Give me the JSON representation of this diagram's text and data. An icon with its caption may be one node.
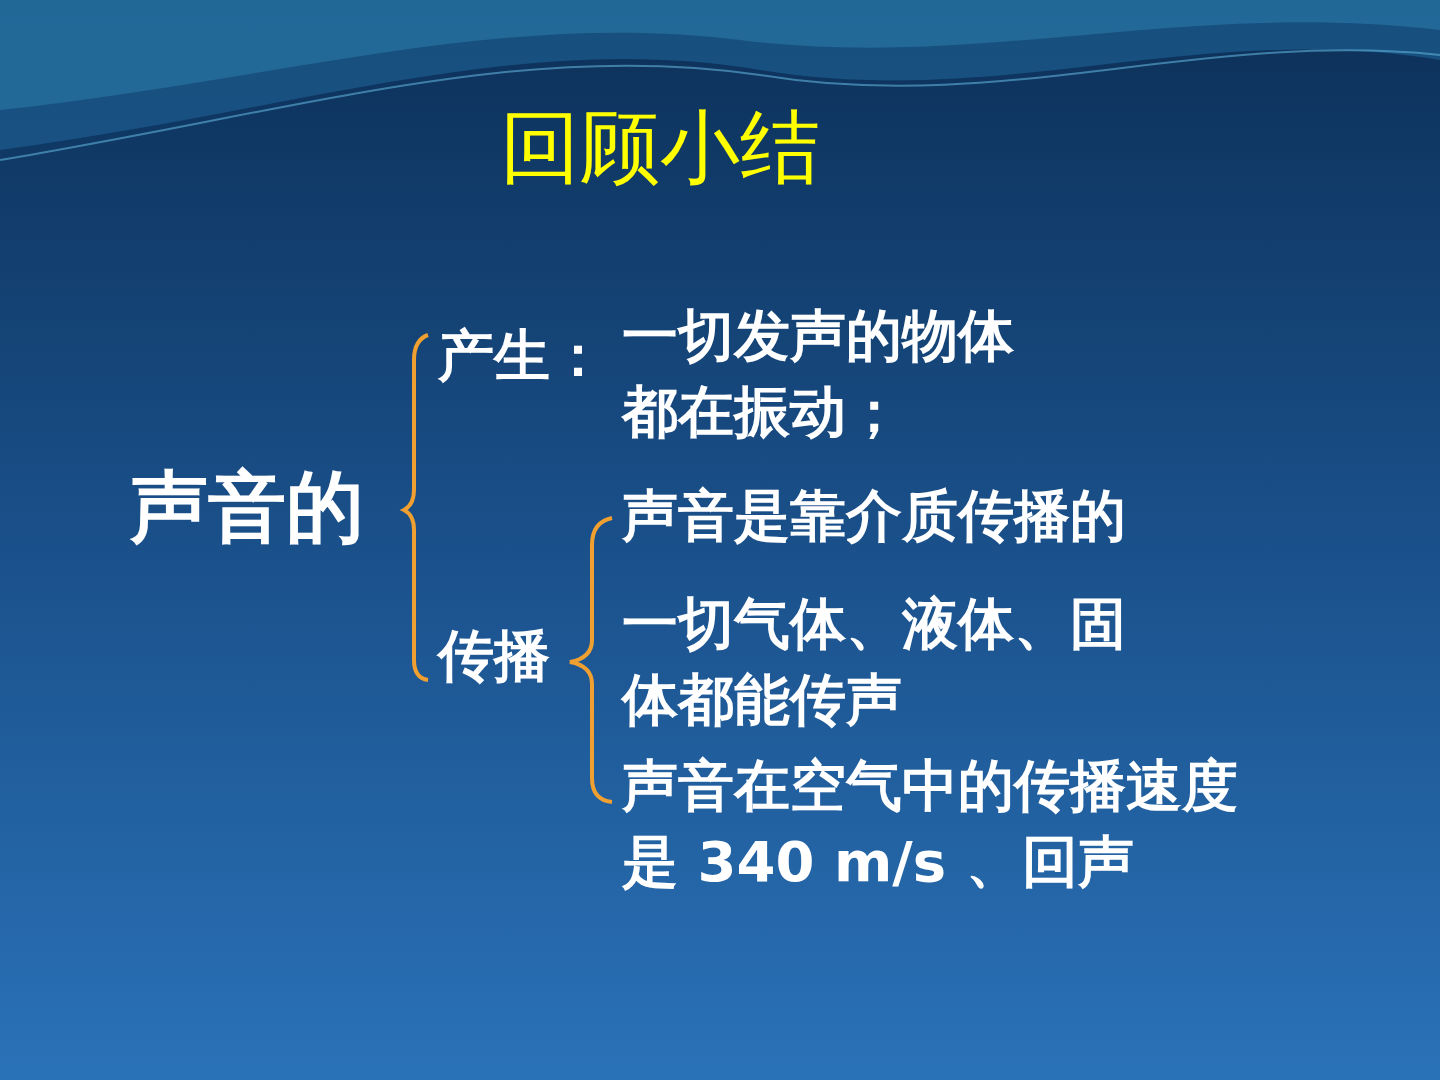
{
  "diagram": {
    "title": "回顾小结",
    "nodes": [
      {
        "text": [
          "声音的"
        ]
      },
      {
        "text": [
          "产生："
        ]
      },
      {
        "text": [
          "一切发声的物体都在振动；"
        ]
      },
      {
        "text": [
          "传播"
        ]
      },
      {
        "text": [
          "声音是靠介质传播的"
        ]
      },
      {
        "text": [
          "一切气体、液体、固体都能传声"
        ]
      },
      {
        "text": [
          "声音在空气中的传播速度是 340 m/s 、回声"
        ]
      }
    ]
  }
}
